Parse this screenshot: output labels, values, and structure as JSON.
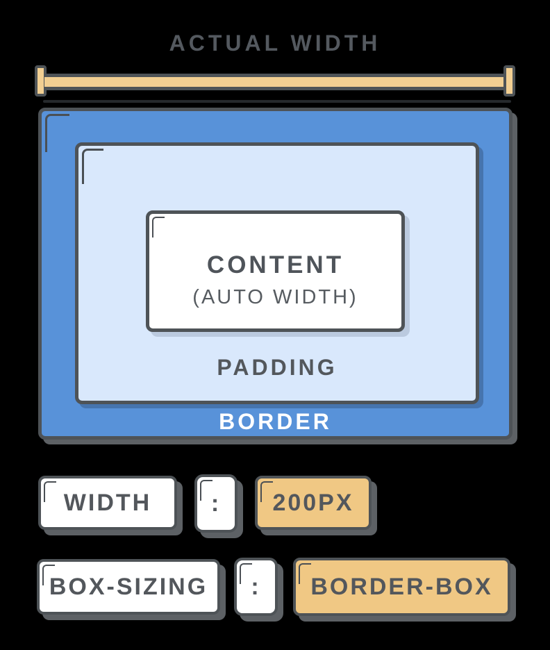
{
  "title": "ACTUAL WIDTH",
  "diagram": {
    "border_label": "BORDER",
    "padding_label": "PADDING",
    "content_label": "CONTENT",
    "content_sublabel": "(AUTO WIDTH)"
  },
  "declarations": [
    {
      "property": "WIDTH",
      "separator": ":",
      "value": "200PX"
    },
    {
      "property": "BOX-SIZING",
      "separator": ":",
      "value": "BORDER-BOX"
    }
  ],
  "icons": {
    "ruler": "i-beam-width-ruler",
    "corner_mark": "corner-shine-mark"
  },
  "colors": {
    "background": "#000000",
    "border_fill_blue": "#5892d9",
    "padding_fill_light_blue": "#d9e8fc",
    "content_fill_white": "#ffffff",
    "value_chip_tan": "#f0c884",
    "ruler_tan": "#f2cf92",
    "outline_dark_gray": "#4e5357",
    "shadow_gray": "#5d6165",
    "text_dark_gray": "#53575c",
    "border_label_white": "#ffffff"
  }
}
